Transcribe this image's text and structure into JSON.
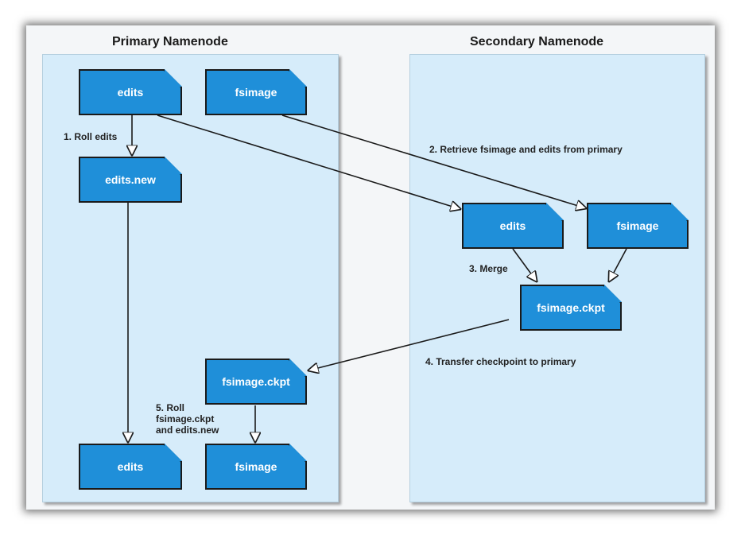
{
  "primary": {
    "title": "Primary Namenode",
    "files": {
      "edits_top": "edits",
      "fsimage_top": "fsimage",
      "edits_new": "edits.new",
      "fsimage_ckpt": "fsimage.ckpt",
      "edits_bottom": "edits",
      "fsimage_bottom": "fsimage"
    },
    "steps": {
      "roll_edits": "1. Roll edits",
      "roll_ckpt_line1": "5. Roll",
      "roll_ckpt_line2": "fsimage.ckpt",
      "roll_ckpt_line3": "and edits.new"
    }
  },
  "secondary": {
    "title": "Secondary Namenode",
    "files": {
      "edits": "edits",
      "fsimage": "fsimage",
      "fsimage_ckpt": "fsimage.ckpt"
    },
    "steps": {
      "retrieve": "2. Retrieve fsimage and edits from primary",
      "merge": "3. Merge",
      "transfer": "4. Transfer checkpoint to primary"
    }
  },
  "colors": {
    "panel": "#d6ecfa",
    "file": "#1f8fd9",
    "outline": "#1a1a1a"
  }
}
